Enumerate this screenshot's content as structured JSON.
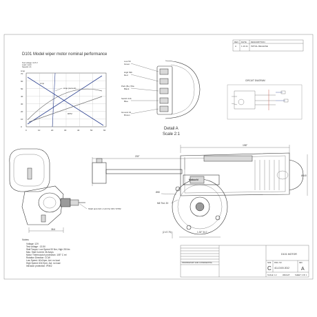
{
  "revision_block": {
    "headers": [
      "REV",
      "DATE",
      "DESCRIPTION"
    ],
    "row": [
      "A",
      "1.10.11",
      "INITIAL RELEASE"
    ]
  },
  "performance_chart": {
    "title": "D101 Model wiper motor nominal performance",
    "conditions": [
      "Test voltage: 13.5 V",
      "Load: motor",
      "Speeds: LS"
    ],
    "y_axis_unit": "Amp",
    "y_ticks": [
      "70",
      "60",
      "50",
      "40",
      "30",
      "20",
      "10",
      "0"
    ],
    "x_ticks": [
      "0",
      "10",
      "20",
      "30",
      "40",
      "50",
      "60"
    ],
    "annotations": [
      "Amp",
      "Amp (current)",
      "RPM"
    ]
  },
  "detail_a": {
    "title": "Detail A",
    "scale": "Scale 2:1",
    "pins": [
      {
        "name": "Low 53",
        "color": "Green"
      },
      {
        "name": "High 53b",
        "color": "Red"
      },
      {
        "name": "Park (B+) 53a",
        "color": "Black"
      },
      {
        "name": "Switch 31b",
        "color": "Blue"
      },
      {
        "name": "Ground 31",
        "color": "Brown"
      }
    ]
  },
  "circuit_diagram": {
    "title": "CIRCUIT DIAGRAM"
  },
  "dimensions": {
    "overall_length": "198°",
    "shaft_length": "203°",
    "height": "Ø140",
    "bolt_circle": "Ø40",
    "mounting": "M6 Thd. 3X",
    "pcd_low": "(2.47.75)",
    "pcd_high": "1.33° 34.7",
    "side_width": "38.6",
    "mounting_label_left": "75.6",
    "shaft_note": "Shaft and A10 x 1x6 Per DIN 72782"
  },
  "brand_label": "Mabuchi",
  "notes": {
    "title": "Notes:",
    "lines": [
      "Voltage: 12V",
      "Test voltage : 13.5V",
      "Stall Torque: Low Speed 33 Nm, High 28 Nm",
      "Max. Stall Current: 36 Amps",
      "Motor Thermocutch protection: 105° C rel",
      "Rotation Direction: CCW",
      "Low Speed: 40±2rpm, Act. no load",
      "High Speed: 63±7rpm, Act. no load",
      "Intrusion protection: IP4K2"
    ]
  },
  "title_block": {
    "company": "D101 MOTOR",
    "size_label": "SIZE",
    "size": "C",
    "dwg_label": "DWG. NO.",
    "dwg_no": "411-D100-3012",
    "rev_label": "REV",
    "rev": "A",
    "scale": "SCALE: 1:2",
    "weight": "WEIGHT:",
    "sheet": "SHEET 1 OF 1",
    "proprietary_title": "PROPRIETARY AND CONFIDENTIAL"
  }
}
